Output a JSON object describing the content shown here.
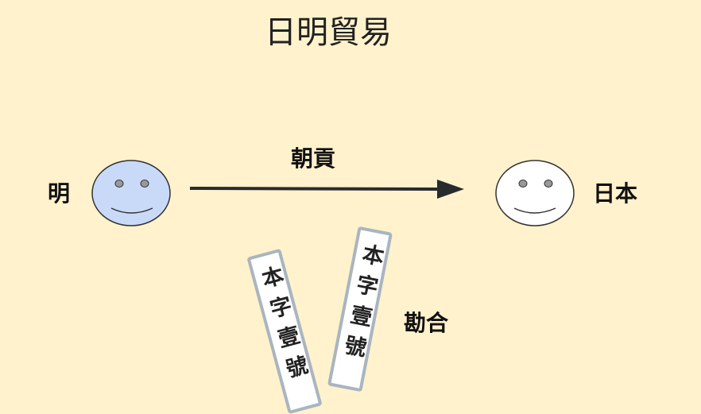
{
  "title": "日明貿易",
  "left_party": "明",
  "right_party": "日本",
  "arrow_label": "朝貢",
  "tally_label": "勘合",
  "tally_left_text": "本字壹號",
  "tally_right_text": "本字壹號",
  "colors": {
    "background": "#fff2cc",
    "ming_face": "#c9daf8",
    "japan_face": "#ffffff",
    "arrow": "#262b2e",
    "tally_border": "#a9b5c0"
  }
}
